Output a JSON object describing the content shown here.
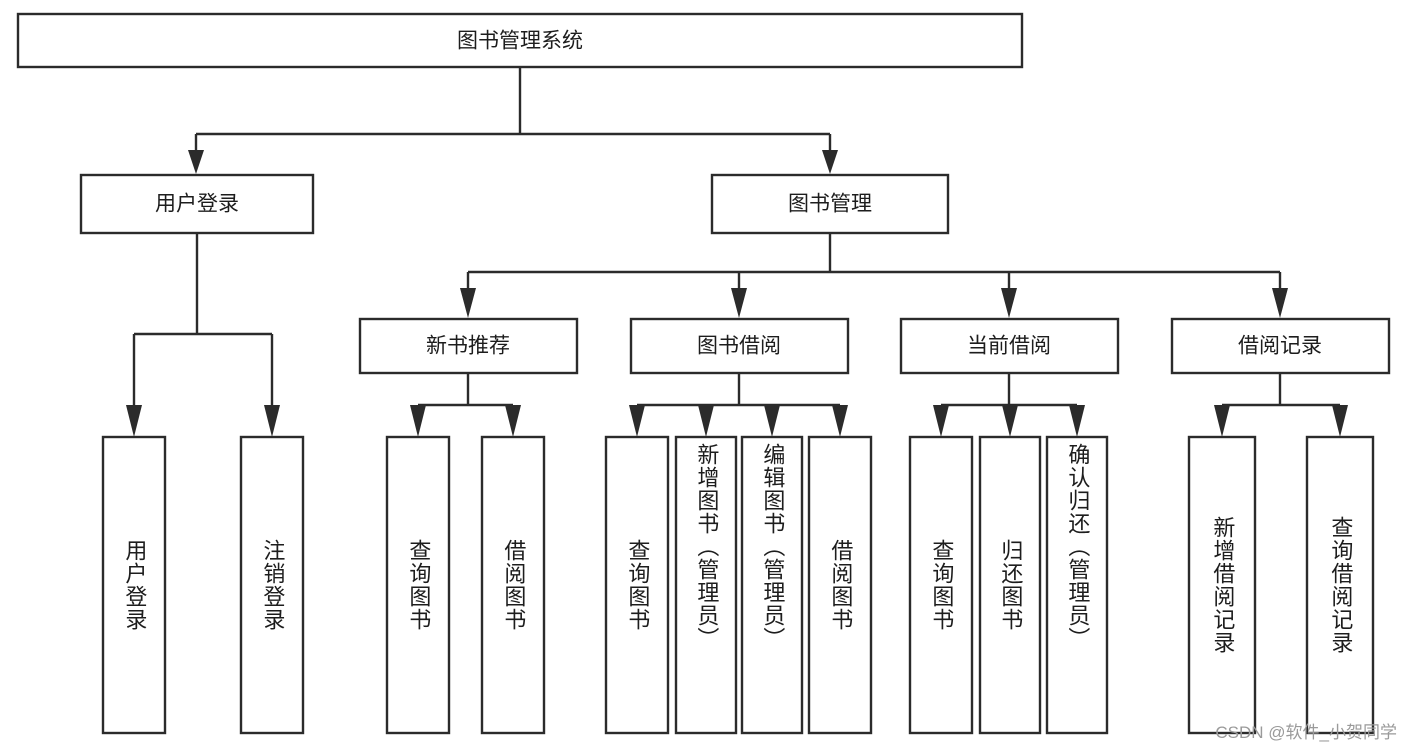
{
  "diagram": {
    "title_node": {
      "label": "图书管理系统"
    },
    "level2": [
      {
        "id": "user-login",
        "label": "用户登录"
      },
      {
        "id": "book-management",
        "label": "图书管理"
      }
    ],
    "level3": [
      {
        "id": "new-book-recommend",
        "label": "新书推荐"
      },
      {
        "id": "book-borrow",
        "label": "图书借阅"
      },
      {
        "id": "current-borrow",
        "label": "当前借阅"
      },
      {
        "id": "borrow-record",
        "label": "借阅记录"
      }
    ],
    "leaves": [
      {
        "id": "user-login-leaf",
        "label": "用户登录",
        "parent": "user-login"
      },
      {
        "id": "logout-leaf",
        "label": "注销登录",
        "parent": "user-login"
      },
      {
        "id": "query-book-1",
        "label": "查询图书",
        "parent": "new-book-recommend"
      },
      {
        "id": "borrow-book-1",
        "label": "借阅图书",
        "parent": "new-book-recommend"
      },
      {
        "id": "query-book-2",
        "label": "查询图书",
        "parent": "book-borrow"
      },
      {
        "id": "add-book-admin",
        "label": "新增图书（管理员）",
        "parent": "book-borrow"
      },
      {
        "id": "edit-book-admin",
        "label": "编辑图书（管理员）",
        "parent": "book-borrow"
      },
      {
        "id": "borrow-book-2",
        "label": "借阅图书",
        "parent": "book-borrow"
      },
      {
        "id": "query-book-3",
        "label": "查询图书",
        "parent": "current-borrow"
      },
      {
        "id": "return-book",
        "label": "归还图书",
        "parent": "current-borrow"
      },
      {
        "id": "confirm-return-admin",
        "label": "确认归还（管理员）",
        "parent": "current-borrow"
      },
      {
        "id": "add-borrow-record",
        "label": "新增借阅记录",
        "parent": "borrow-record"
      },
      {
        "id": "query-borrow-record",
        "label": "查询借阅记录",
        "parent": "borrow-record"
      }
    ],
    "watermark": "CSDN @软件_小贺同学",
    "colors": {
      "stroke": "#2b2b2b",
      "fill": "#ffffff",
      "text": "#1d1d1d",
      "watermark": "#9a9a9a",
      "background": "#ffffff"
    }
  }
}
